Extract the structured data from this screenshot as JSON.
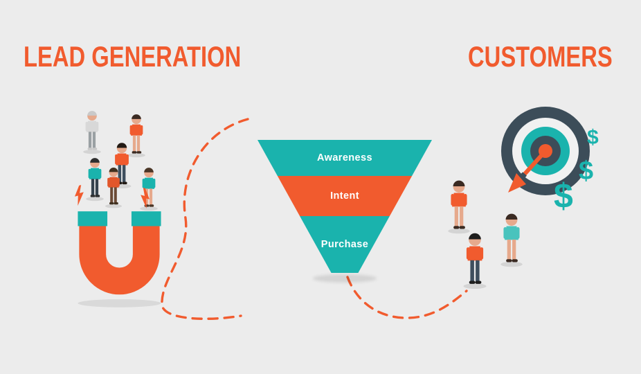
{
  "titles": {
    "lead": "LEAD GENERATION",
    "customers": "CUSTOMERS"
  },
  "funnel": {
    "stages": [
      {
        "label": "Awareness",
        "color": "#1ab3ad"
      },
      {
        "label": "Intent",
        "color": "#f15b2e"
      },
      {
        "label": "Purchase",
        "color": "#1ab3ad"
      }
    ]
  },
  "dollars": [
    "$",
    "$",
    "$"
  ],
  "icons": {
    "magnet": "magnet-icon",
    "lightning_left": "lightning-bolt-icon",
    "lightning_right": "lightning-bolt-icon",
    "target": "bullseye-target-icon",
    "arrow": "dart-arrow-icon",
    "flow_left": "dashed-flow-path",
    "flow_right": "dashed-flow-path",
    "people_left": "lead-people-group",
    "people_right": "customer-people-group"
  },
  "colors": {
    "background": "#ececec",
    "orange": "#f15b2e",
    "teal": "#1ab3ad",
    "dark_slate": "#3c4d59",
    "white": "#ffffff"
  }
}
